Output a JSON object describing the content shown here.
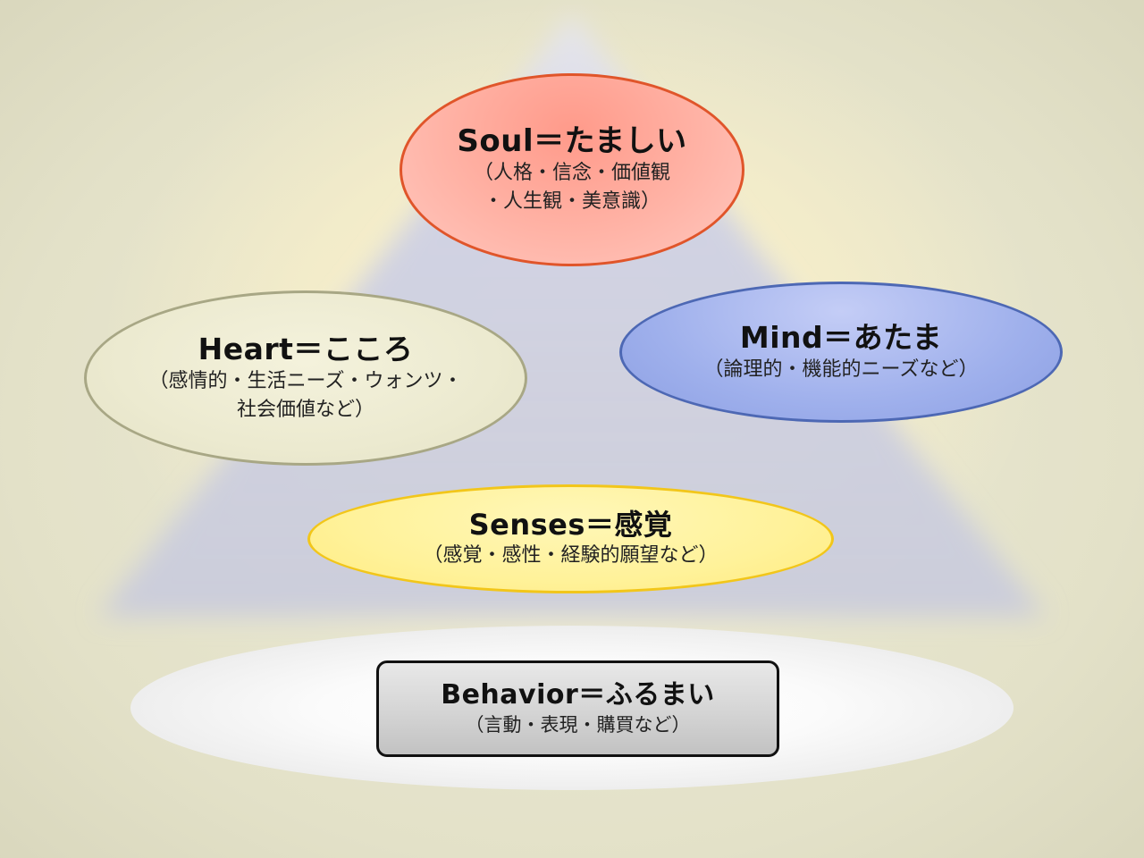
{
  "layers": {
    "soul": {
      "title": "Soul＝たましい",
      "sub_line1": "（人格・信念・価値観",
      "sub_line2": "・人生観・美意識）"
    },
    "heart": {
      "title": "Heart＝こころ",
      "sub_line1": "（感情的・生活ニーズ・ウォンツ・",
      "sub_line2": "社会価値など）"
    },
    "mind": {
      "title": "Mind＝あたま",
      "sub_line1": "（論理的・機能的ニーズなど）"
    },
    "senses": {
      "title": "Senses＝感覚",
      "sub_line1": "（感覚・感性・経験的願望など）"
    },
    "behavior": {
      "title": "Behavior＝ふるまい",
      "sub_line1": "（言動・表現・購買など）"
    }
  },
  "colors": {
    "soul_fill": "#ffb3a6",
    "soul_border": "#e0552a",
    "heart_fill": "#ecead0",
    "heart_border": "#a8a785",
    "mind_fill": "#9fb0ec",
    "mind_border": "#4d68b4",
    "senses_fill": "#fff29a",
    "senses_border": "#f2c61a",
    "behavior_fill": "#d4d4d4",
    "pyramid_fill": "#c9cbe0"
  }
}
